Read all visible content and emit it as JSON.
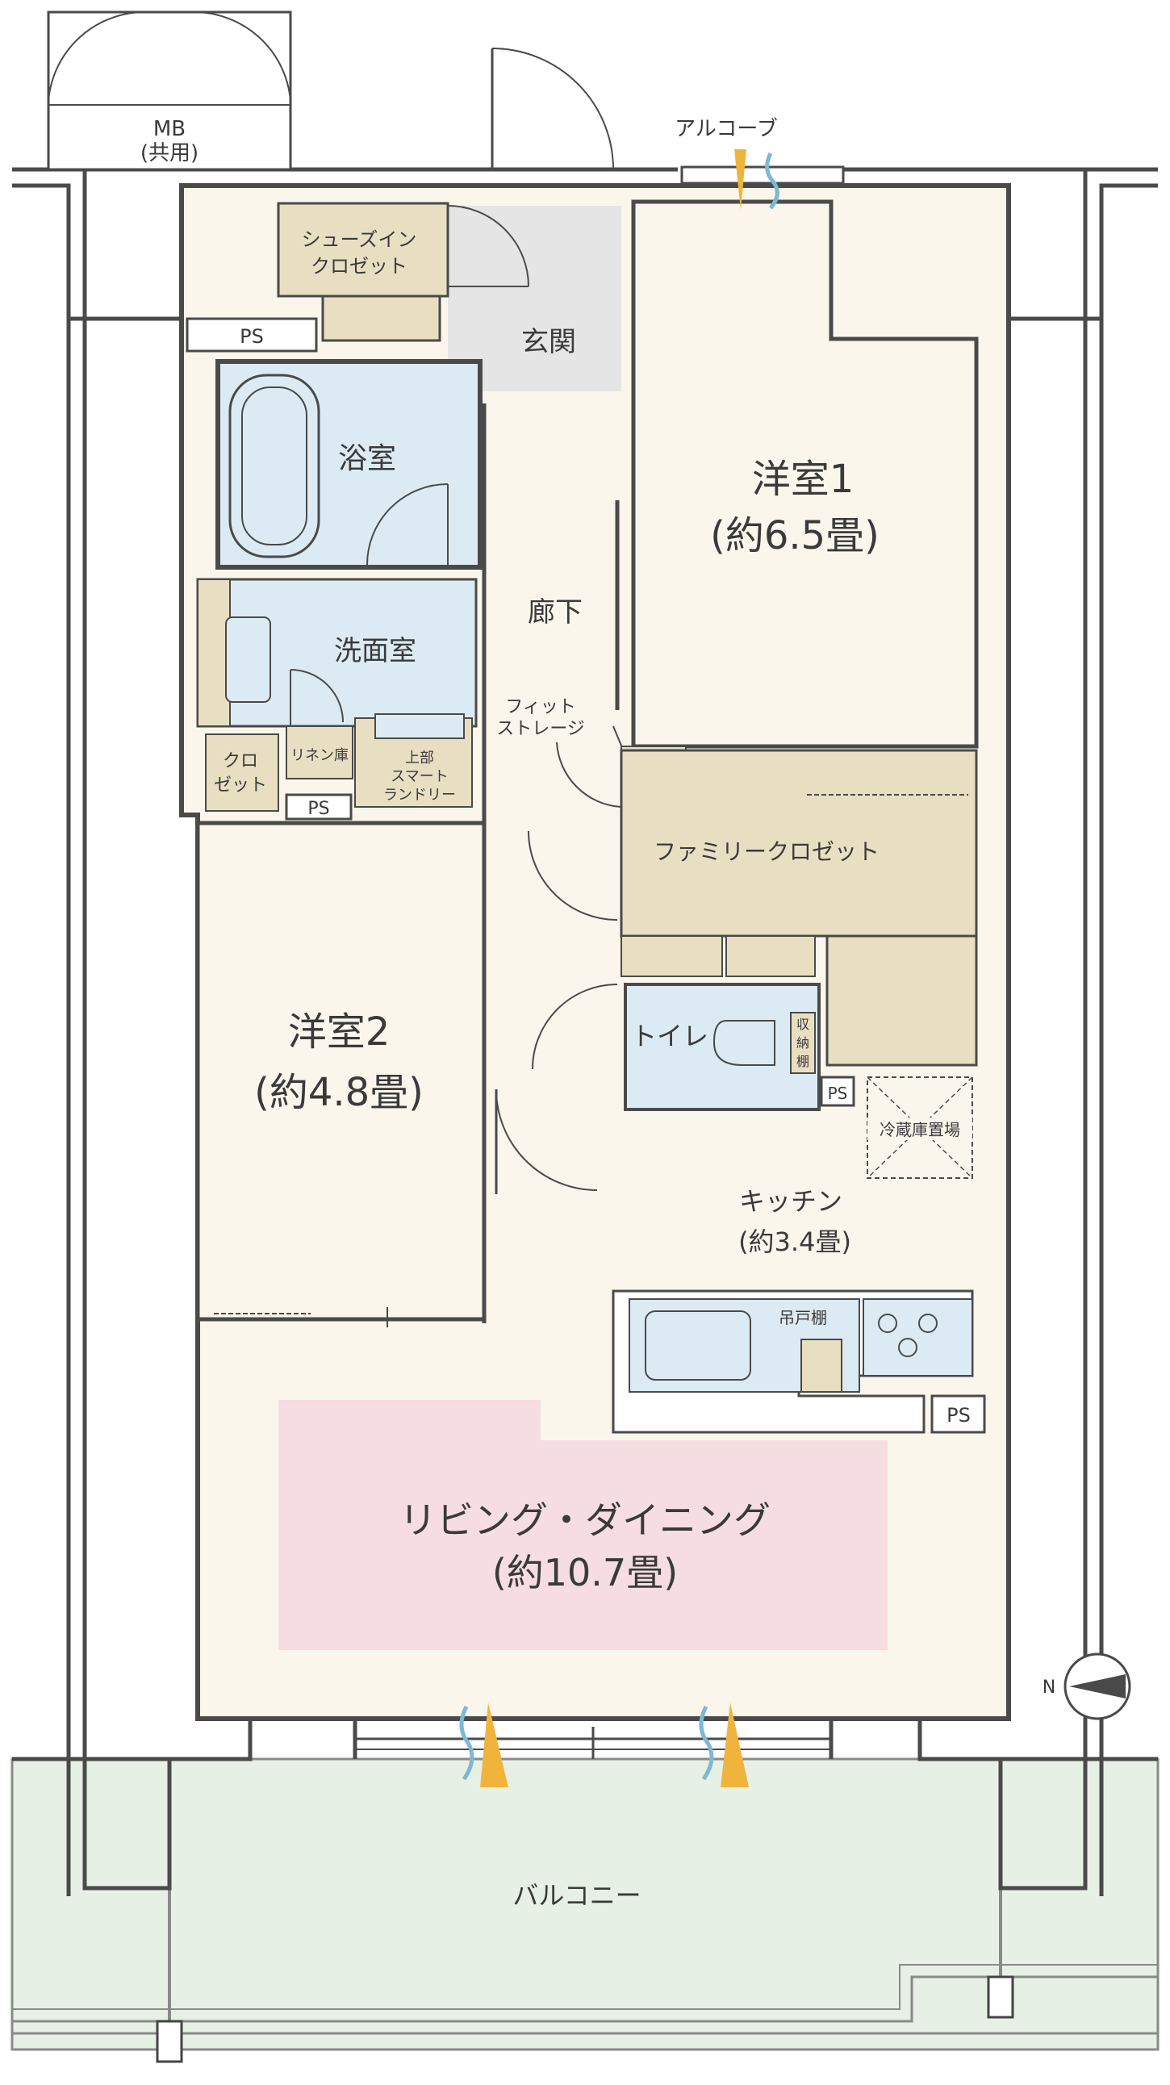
{
  "labels": {
    "mb_top": "MB",
    "mb_bottom": "(共用)",
    "alcove": "アルコーブ",
    "shoe_closet_1": "シューズイン",
    "shoe_closet_2": "クロゼット",
    "ps": "PS",
    "entrance": "玄関",
    "bath": "浴室",
    "washroom": "洗面室",
    "linen": "リネン庫",
    "laundry_1": "上部",
    "laundry_2": "スマート",
    "laundry_3": "ランドリー",
    "closet_1": "クロ",
    "closet_2": "ゼット",
    "hallway": "廊下",
    "fit_storage_1": "フィット",
    "fit_storage_2": "ストレージ",
    "family_closet": "ファミリークロゼット",
    "western1_name": "洋室1",
    "western1_size": "(約6.5畳)",
    "western2_name": "洋室2",
    "western2_size": "(約4.8畳)",
    "toilet": "トイレ",
    "toilet_shelf": "収納棚",
    "fridge": "冷蔵庫置場",
    "kitchen_name": "キッチン",
    "kitchen_size": "(約3.4畳)",
    "hanging_cabinet": "吊戸棚",
    "living_name": "リビング・ダイニング",
    "living_size": "(約10.7畳)",
    "balcony": "バルコニー",
    "compass_n": "N"
  },
  "colors": {
    "wall": "#4a4a4a",
    "floor": "#fbf6ec",
    "wet_area": "#dcebf3",
    "storage": "#e8dfc2",
    "entrance_floor": "#e5e5e5",
    "living_highlight": "#f5dde1",
    "balcony": "#e7f0e4",
    "window_arrow": "#f0b43c"
  }
}
